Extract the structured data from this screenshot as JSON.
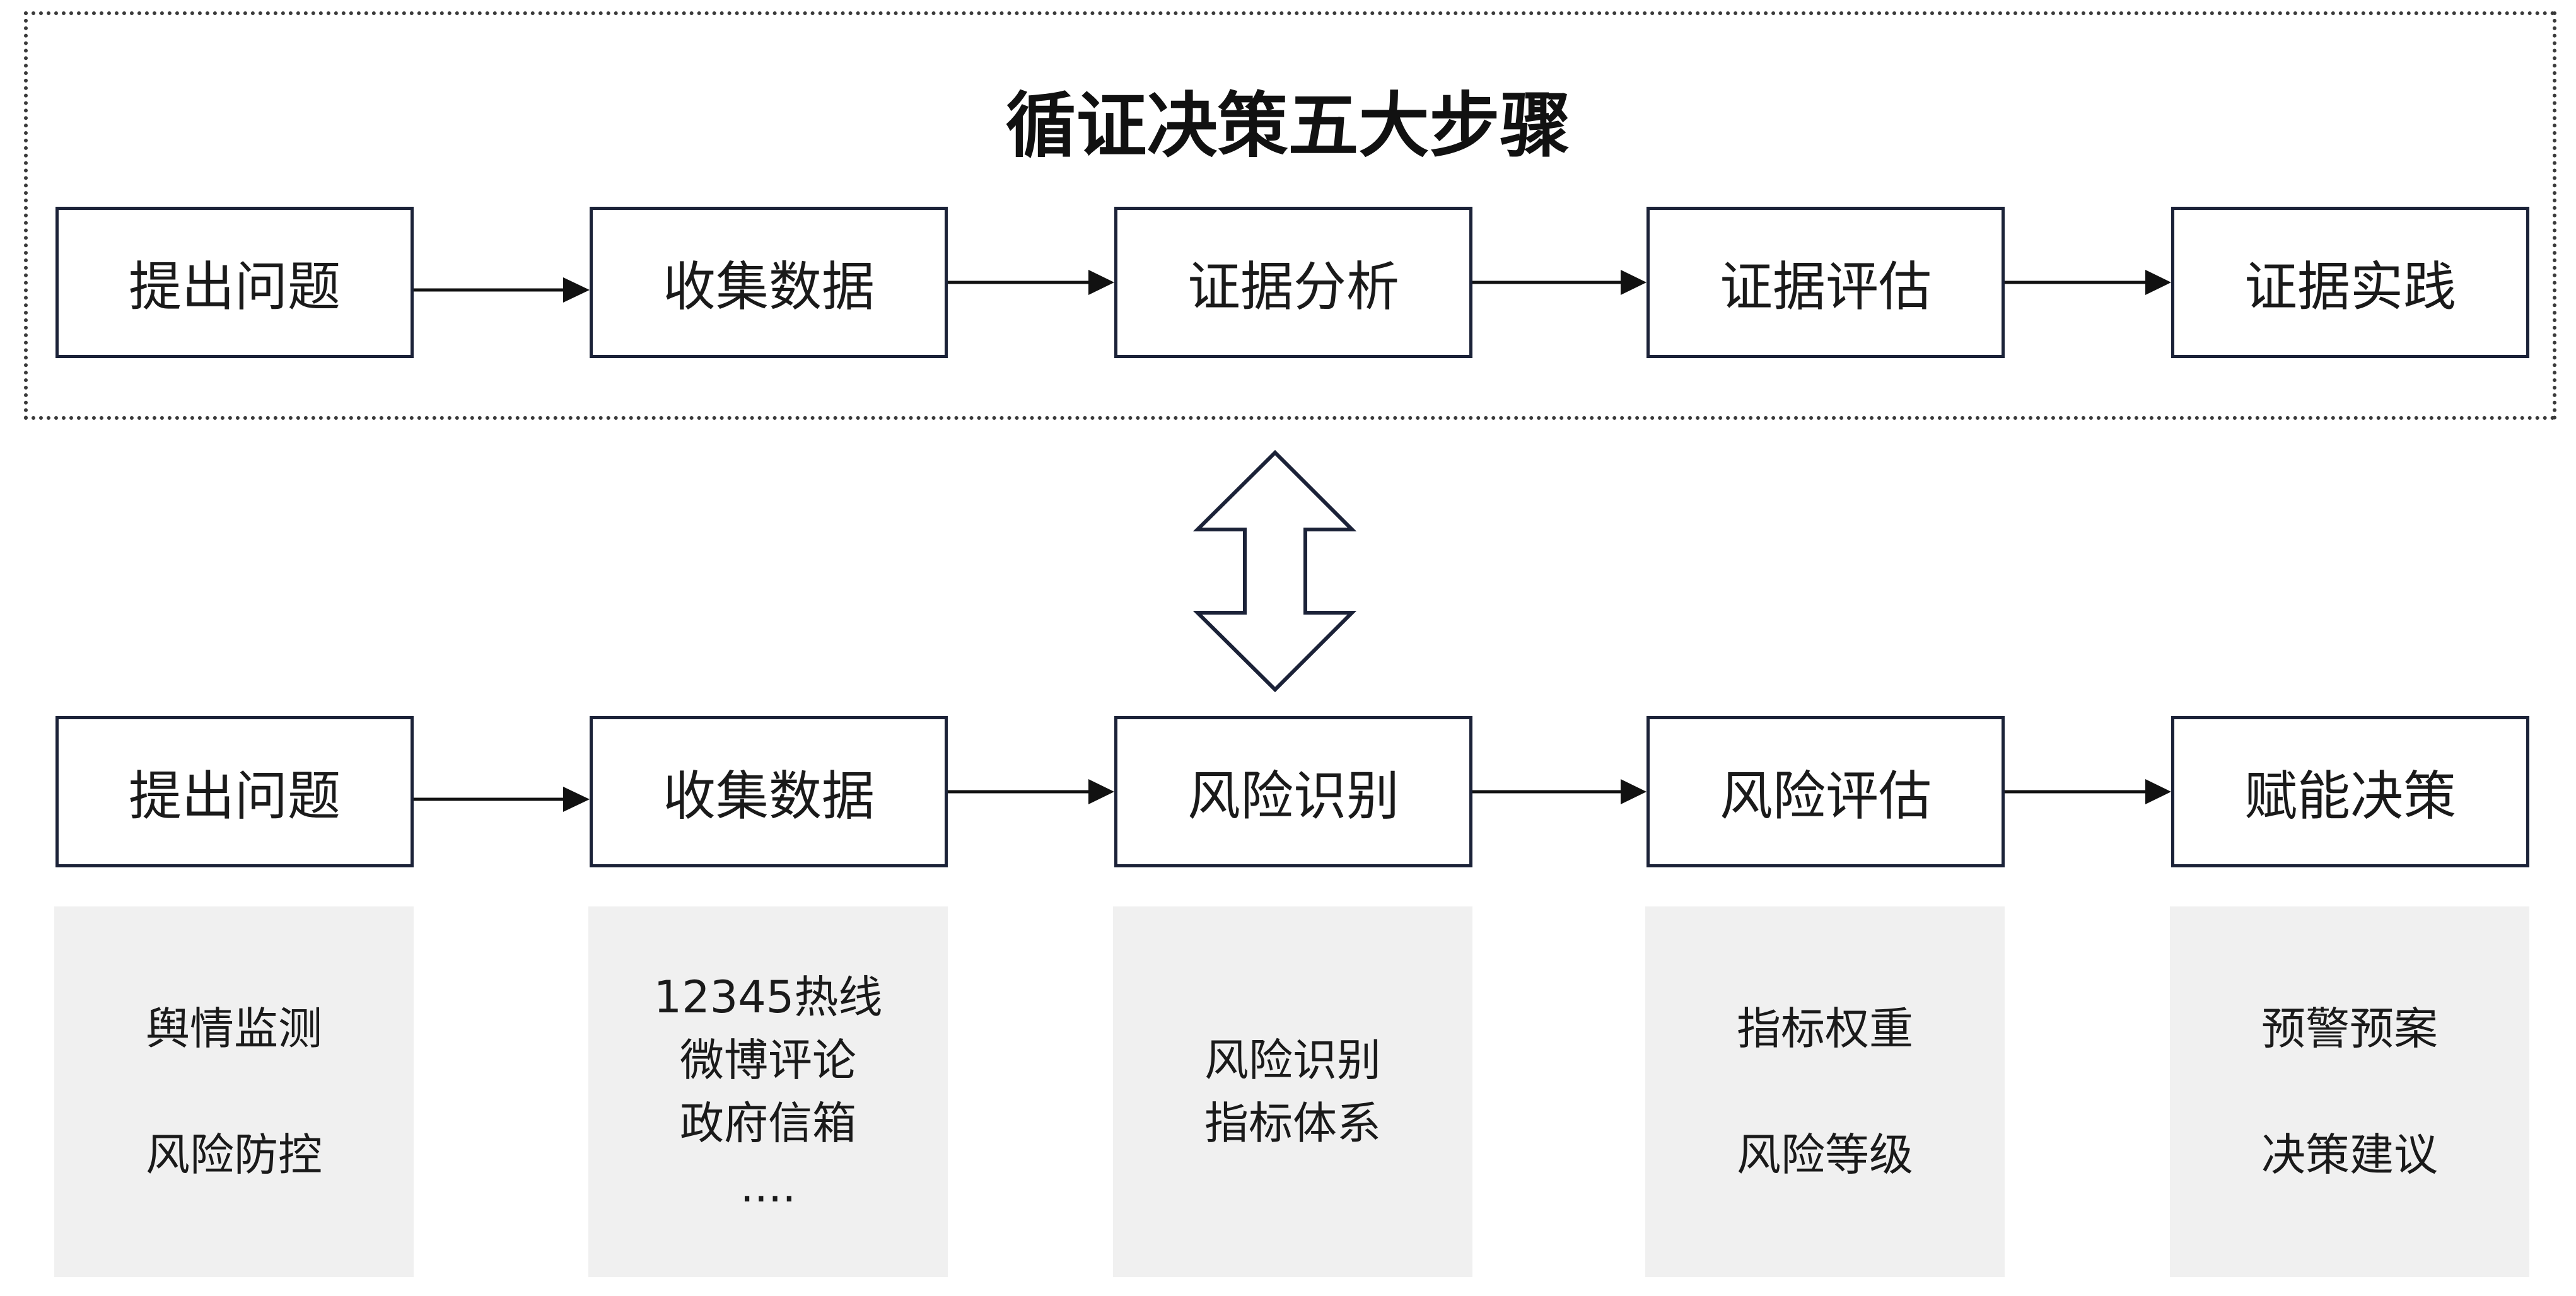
{
  "title": "循证决策五大步骤",
  "top_row": [
    "提出问题",
    "收集数据",
    "证据分析",
    "证据评估",
    "证据实践"
  ],
  "bottom_row": [
    "提出问题",
    "收集数据",
    "风险识别",
    "风险评估",
    "赋能决策"
  ],
  "details": [
    {
      "lines": [
        "舆情监测",
        "风险防控"
      ],
      "spaced": true
    },
    {
      "lines": [
        "12345热线",
        "微博评论",
        "政府信箱",
        "...."
      ],
      "spaced": false
    },
    {
      "lines": [
        "风险识别",
        "指标体系"
      ],
      "spaced": false
    },
    {
      "lines": [
        "指标权重",
        "风险等级"
      ],
      "spaced": true
    },
    {
      "lines": [
        "预警预案",
        "决策建议"
      ],
      "spaced": true
    }
  ],
  "colors": {
    "stroke": "#1b2238",
    "detail_bg": "#f0f0f0"
  }
}
